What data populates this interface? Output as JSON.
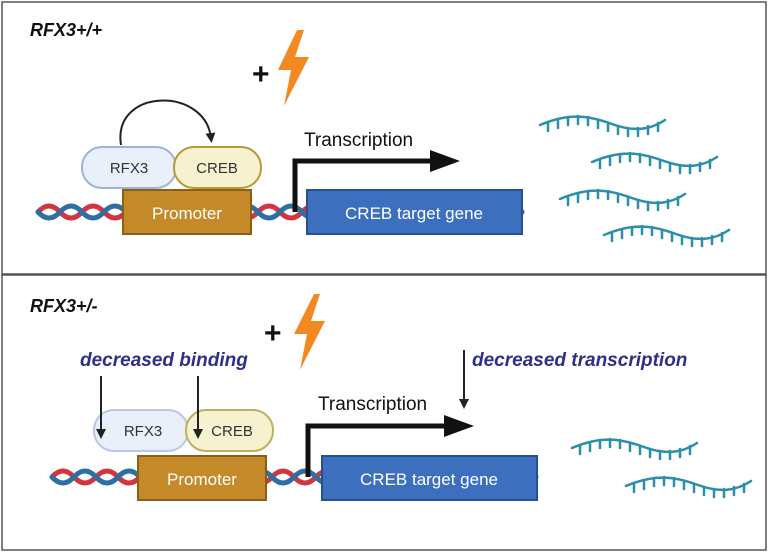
{
  "panels": [
    {
      "genotype": "RFX3+/+",
      "plus": "+",
      "tf1": "RFX3",
      "tf2": "CREB",
      "promoter": "Promoter",
      "transcription": "Transcription",
      "gene": "CREB target gene",
      "mrna_count": 4
    },
    {
      "genotype": "RFX3+/-",
      "plus": "+",
      "tf1": "RFX3",
      "tf2": "CREB",
      "promoter": "Promoter",
      "transcription": "Transcription",
      "gene": "CREB target gene",
      "binding_note": "decreased binding",
      "transcription_note": "decreased transcription",
      "mrna_count": 2
    }
  ],
  "colors": {
    "promoter": "#c48a2a",
    "gene": "#3d6fbf",
    "rfx3_fill": "#eaf0fa",
    "creb_fill": "#f6f1cf",
    "lightning": "#f28a21",
    "mrna": "#2a8fa8",
    "note": "#2e2e8c",
    "dna_red": "#d3353f",
    "dna_blue": "#2d6ea3"
  }
}
